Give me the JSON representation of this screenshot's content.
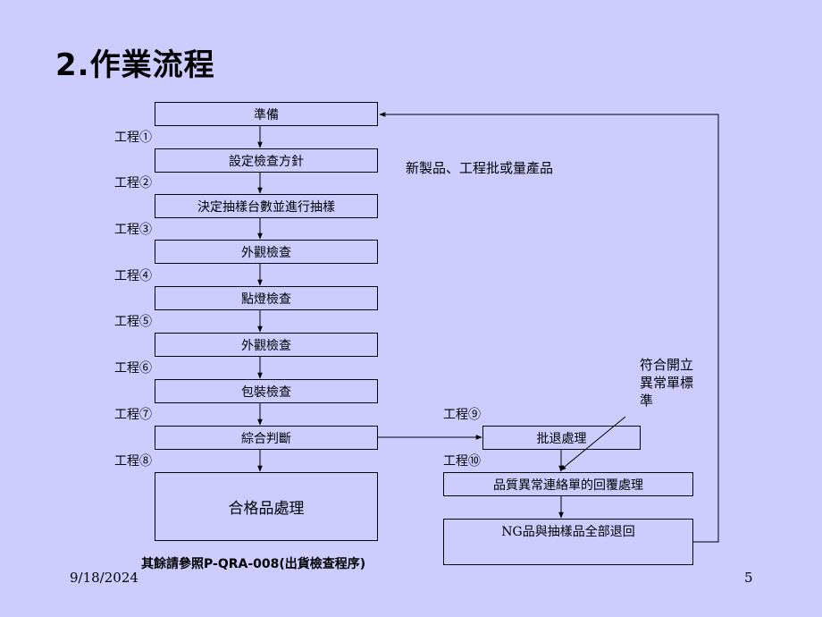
{
  "title": "2.作業流程",
  "flow_boxes": {
    "prepare": "準備",
    "set_policy": "設定檢查方針",
    "sampling": "決定抽樣台數並進行抽樣",
    "visual_1": "外觀檢查",
    "light_test": "點燈檢查",
    "visual_2": "外觀檢查",
    "packaging": "包裝檢查",
    "judgement": "綜合判斷",
    "accept": "合格品處理",
    "reject": "批退處理",
    "quality_reply": "品質異常連絡單的回覆處理",
    "return_all": "NG品與抽樣品全部退回"
  },
  "process_labels": [
    "工程①",
    "工程②",
    "工程③",
    "工程④",
    "工程⑤",
    "工程⑥",
    "工程⑦",
    "工程⑧",
    "工程⑨",
    "工程⑩"
  ],
  "note_new_product": "新製品、工程批或量產品",
  "standard_note": [
    "符合開立",
    "異常單標",
    "準"
  ],
  "footer_note": "其餘請參照P-QRA-008(出貨檢查程序)",
  "date": "9/18/2024",
  "page_number": "5"
}
